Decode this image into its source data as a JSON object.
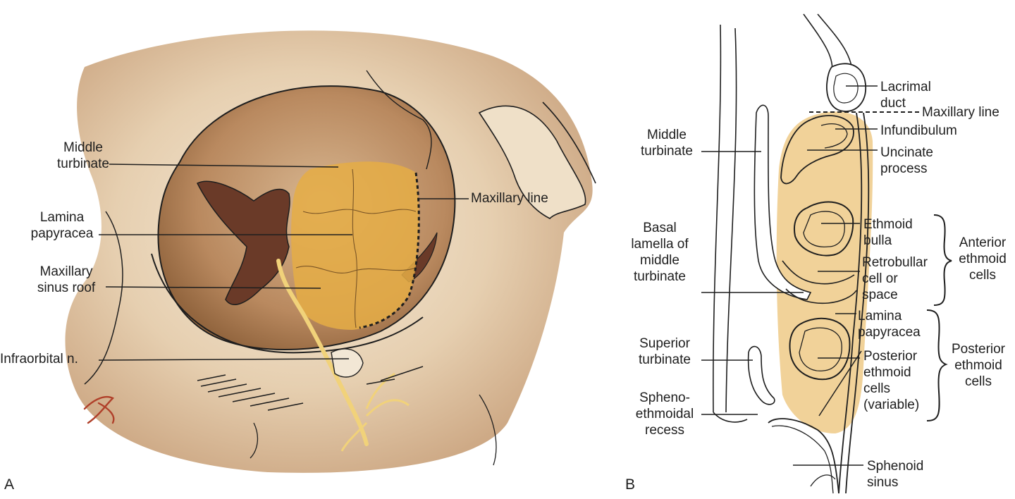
{
  "colors": {
    "skin_light": "#f2e4cf",
    "skin_mid": "#d9bb98",
    "skin_dark": "#a77a56",
    "orbit_floor": "#c8a07a",
    "cavity": "#6a3a28",
    "highlight": "#e5ad45",
    "nerve": "#f1d27a",
    "ink": "#1e1e1e",
    "signature": "#b0402a"
  },
  "panel_a": {
    "letter": "A",
    "labels": {
      "middle_turbinate": "Middle\nturbinate",
      "lamina_papyracea": "Lamina\npapyracea",
      "maxillary_sinus_roof": "Maxillary\nsinus roof",
      "infraorbital_n": "Infraorbital n.",
      "maxillary_line": "Maxillary line"
    }
  },
  "panel_b": {
    "letter": "B",
    "labels": {
      "middle_turbinate": "Middle\nturbinate",
      "basal_lamella": "Basal\nlamella of\nmiddle\nturbinate",
      "superior_turbinate": "Superior\nturbinate",
      "spheno_ethmoidal_recess": "Spheno-\nethmoidal\nrecess",
      "lacrimal_duct": "Lacrimal\nduct",
      "maxillary_line": "Maxillary line",
      "infundibulum": "Infundibulum",
      "uncinate_process": "Uncinate\nprocess",
      "ethmoid_bulla": "Ethmoid\nbulla",
      "retrobullar": "Retrobullar\ncell or\nspace",
      "lamina_papyracea": "Lamina\npapyracea",
      "posterior_ethmoid_cells_variable": "Posterior\nethmoid\ncells\n(variable)",
      "sphenoid_sinus": "Sphenoid\nsinus",
      "anterior_ethmoid_cells": "Anterior\nethmoid\ncells",
      "posterior_ethmoid_cells": "Posterior\nethmoid\ncells"
    }
  }
}
